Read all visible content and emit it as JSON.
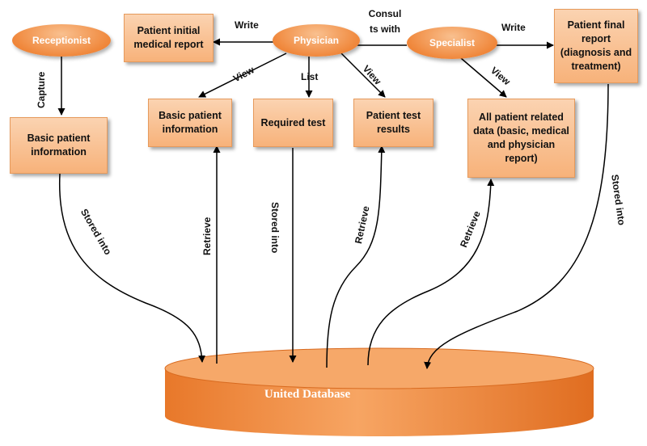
{
  "actors": {
    "receptionist": "Receptionist",
    "physician": "Physician",
    "specialist": "Specialist"
  },
  "boxes": {
    "initial_report": "Patient initial medical report",
    "final_report": "Patient final report (diagnosis and treatment)",
    "basic_info_left": "Basic patient information",
    "basic_info_mid": "Basic patient information",
    "required_test": "Required test",
    "test_results": "Patient test results",
    "all_data": "All patient related data (basic, medical and physician report)"
  },
  "labels": {
    "write_1": "Write",
    "write_2": "Write",
    "consults": "Consul ts with",
    "view_1": "View",
    "view_2": "View",
    "view_3": "View",
    "list": "List",
    "capture": "Capture",
    "stored_1": "Stored into",
    "stored_2": "Stored into",
    "stored_3": "Stored into",
    "retrieve_1": "Retrieve",
    "retrieve_2": "Retrieve",
    "retrieve_3": "Retrieve"
  },
  "database": {
    "label": "United Database"
  },
  "colors": {
    "box_fill": "#f7b27a",
    "oval_fill": "#f0883c",
    "database_fill": "#f08a3c"
  }
}
